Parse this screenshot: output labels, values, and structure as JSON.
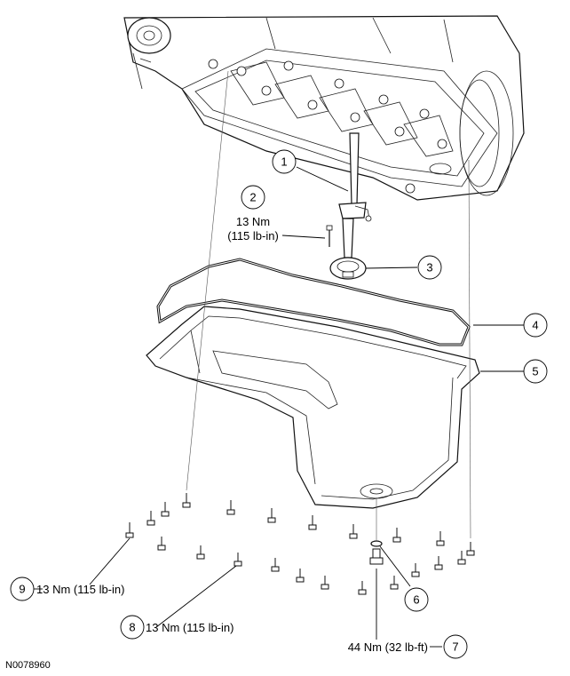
{
  "figure_id": "N0078960",
  "callouts": [
    {
      "number": "1",
      "torque": ""
    },
    {
      "number": "2",
      "torque_line1": "13 Nm",
      "torque_line2": "(115 lb-in)"
    },
    {
      "number": "3",
      "torque": ""
    },
    {
      "number": "4",
      "torque": ""
    },
    {
      "number": "5",
      "torque": ""
    },
    {
      "number": "6",
      "torque": ""
    },
    {
      "number": "7",
      "torque": "44 Nm (32 lb-ft)"
    },
    {
      "number": "8",
      "torque": "13 Nm (115 lb-in)"
    },
    {
      "number": "9",
      "torque": "13 Nm (115 lb-in)"
    }
  ]
}
